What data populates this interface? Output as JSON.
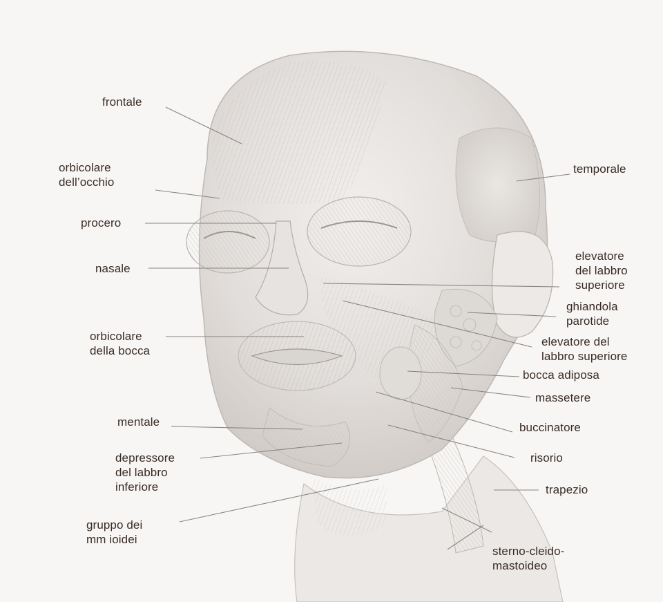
{
  "labels": {
    "frontale": [
      "frontale"
    ],
    "orbicolare_occhio": [
      "orbicolare",
      "dell’occhio"
    ],
    "procero": [
      "procero"
    ],
    "nasale": [
      "nasale"
    ],
    "orbicolare_bocca": [
      "orbicolare",
      "della bocca"
    ],
    "mentale": [
      "mentale"
    ],
    "depressore": [
      "depressore",
      "del labbro",
      "inferiore"
    ],
    "ioidei": [
      "gruppo dei",
      "mm ioidei"
    ],
    "temporale": [
      "temporale"
    ],
    "elevatore_1": [
      "elevatore",
      "del labbro",
      "superiore"
    ],
    "parotide": [
      "ghiandola",
      "parotide"
    ],
    "elevatore_2": [
      "elevatore del",
      "labbro superiore"
    ],
    "bocca_adiposa": [
      "bocca adiposa"
    ],
    "massetere": [
      "massetere"
    ],
    "buccinatore": [
      "buccinatore"
    ],
    "risorio": [
      "risorio"
    ],
    "trapezio": [
      "trapezio"
    ],
    "sterno": [
      "sterno-cleido-",
      "mastoideo"
    ]
  },
  "colors": {
    "background": "#f7f6f4",
    "label_text": "#3a2b25",
    "leader_line": "#8a8480",
    "drawing_shade": "#cfcac6"
  }
}
